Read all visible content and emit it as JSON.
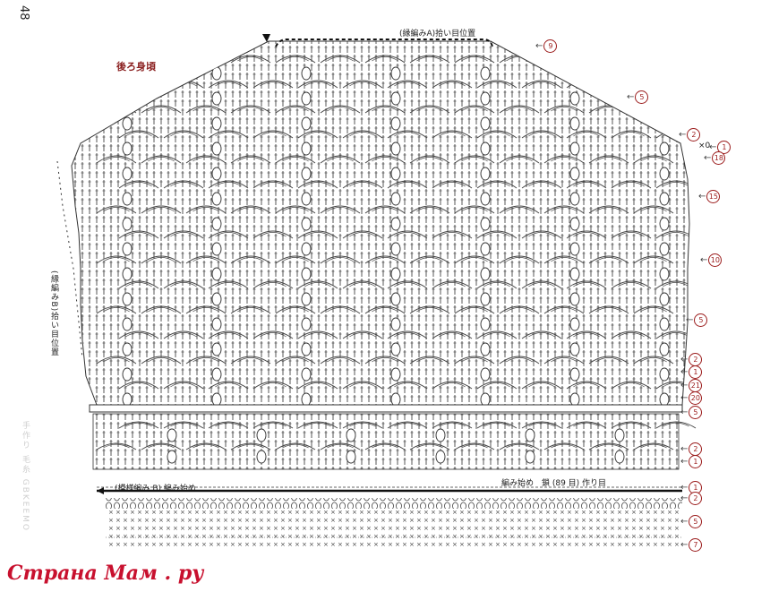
{
  "page_number": "48",
  "title": "後ろ身頃",
  "labels": {
    "pickup_top": "(縁編みA)拾い目位置",
    "pickup_side": "(縁編みB)拾い目位置",
    "pattern_start": "(模様編み B) 編み始め",
    "chain_start": "編み始め　鎖 (89 目) 作り目",
    "chain_count_label": "89"
  },
  "right_markers": [
    {
      "id": "m9",
      "label": "9"
    },
    {
      "id": "m5a",
      "label": "5"
    },
    {
      "id": "m2a",
      "label": "2"
    },
    {
      "id": "m1a",
      "label": "1"
    },
    {
      "id": "m18",
      "label": "18"
    },
    {
      "id": "m15",
      "label": "15"
    },
    {
      "id": "m10",
      "label": "10"
    },
    {
      "id": "m5b",
      "label": "5"
    },
    {
      "id": "m2b",
      "label": "2"
    },
    {
      "id": "m1b",
      "label": "1"
    },
    {
      "id": "m21",
      "label": "21"
    },
    {
      "id": "m20",
      "label": "20"
    },
    {
      "id": "m5c",
      "label": "5"
    },
    {
      "id": "m2c",
      "label": "2"
    },
    {
      "id": "m1c",
      "label": "1"
    },
    {
      "id": "m1d",
      "label": "1"
    },
    {
      "id": "m2d",
      "label": "2"
    },
    {
      "id": "m5d",
      "label": "5"
    },
    {
      "id": "m7",
      "label": "7"
    }
  ],
  "edge_mark_x0": "×0",
  "side_watermark": "手作り 毛糸 GBKEEMO",
  "watermark": "Страна Мам . ру",
  "colors": {
    "marker": "#9b1c1c",
    "ink": "#333333",
    "watermark": "#c8102e"
  }
}
